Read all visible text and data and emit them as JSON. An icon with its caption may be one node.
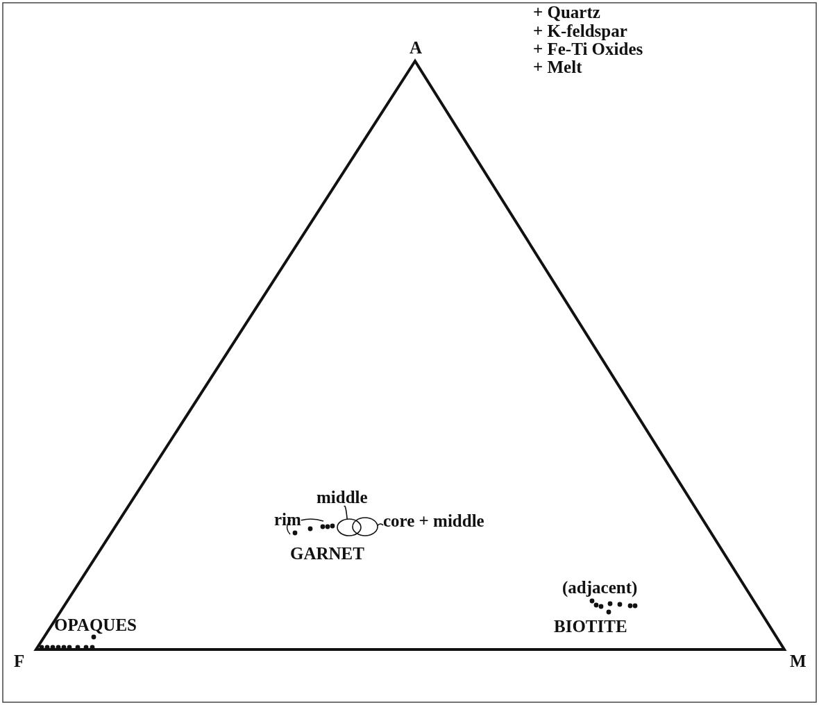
{
  "diagram": {
    "nodes": [
      {
        "text": [
          "middle"
        ]
      },
      {
        "text": [
          "rim"
        ]
      },
      {
        "text": [
          "core + middle"
        ]
      },
      {
        "text": [],
        "shape": "circle"
      },
      {
        "text": [],
        "shape": "circle"
      }
    ],
    "edges": [
      {
        "from": 0,
        "to": 3,
        "arrow": "none"
      },
      {
        "from": 1,
        "to": null,
        "arrow": "none"
      },
      {
        "from": 2,
        "to": 4,
        "arrow": "none"
      }
    ],
    "labels": [
      "A",
      "+ Quartz",
      "+ K-feldspar",
      "+ Fe-Ti Oxides",
      "+ Melt",
      "GARNET",
      "(adjacent)",
      "OPAQUES",
      "BIOTITE",
      "F",
      "M"
    ]
  }
}
